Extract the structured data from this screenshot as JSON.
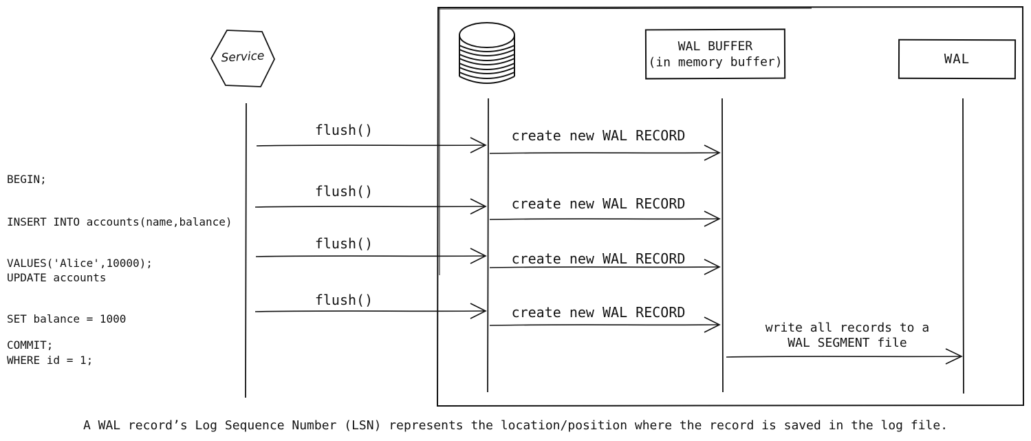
{
  "colors": {
    "ink": "#111111",
    "background": "#ffffff"
  },
  "actors": {
    "service": "Service",
    "database_icon": "database-cylinder-icon",
    "wal_buffer_line1": "WAL BUFFER",
    "wal_buffer_line2": "(in memory buffer)",
    "wal": "WAL"
  },
  "sql": [
    {
      "lines": [
        "BEGIN;"
      ]
    },
    {
      "lines": [
        "INSERT INTO accounts(name,balance)",
        "VALUES('Alice',10000);"
      ]
    },
    {
      "lines": [
        "UPDATE accounts",
        "SET balance = 1000",
        "WHERE id = 1;"
      ]
    },
    {
      "lines": [
        "COMMIT;"
      ]
    }
  ],
  "messages": {
    "flush": "flush()",
    "create_record": "create new WAL RECORD",
    "write_line1": "write all records to a",
    "write_line2": "WAL SEGMENT file"
  },
  "caption": "A WAL record’s Log Sequence Number (LSN) represents the location/position where the record is saved in the log file."
}
